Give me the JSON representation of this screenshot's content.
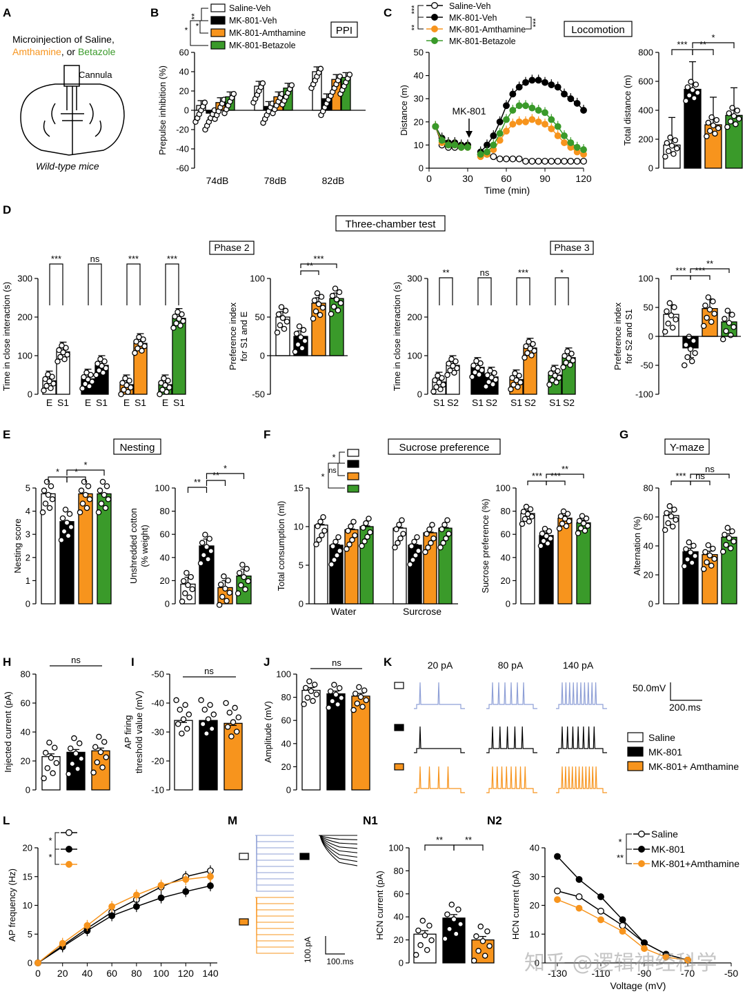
{
  "colors": {
    "saline": "#ffffff",
    "mk801": "#000000",
    "amth": "#f7941d",
    "betaz": "#3a9a2a",
    "trace_saline": "#8e9fd6",
    "stroke": "#000000"
  },
  "panel_letters": [
    "A",
    "B",
    "C",
    "D",
    "E",
    "F",
    "G",
    "H",
    "I",
    "J",
    "K",
    "L",
    "M",
    "N1",
    "N2"
  ],
  "legend_groups": [
    "Saline-Veh",
    "MK-801-Veh",
    "MK-801-Amthamine",
    "MK-801-Betazole"
  ],
  "legend_groups_short": [
    "Saline",
    "MK-801",
    "MK-801+ Amthamine"
  ],
  "legend_groups_n2": [
    "Saline",
    "MK-801",
    "MK-801+Amthamine"
  ],
  "panel_a": {
    "title_line1": "Microinjection of Saline,",
    "title_amth": "Amthamine",
    "title_or": ", or ",
    "title_betaz": "Betazole",
    "cannula": "Cannula",
    "mice": "Wild-type mice"
  },
  "box_labels": {
    "ppi": "PPI",
    "loco": "Locomotion",
    "three": "Three-chamber test",
    "phase2": "Phase 2",
    "phase3": "Phase 3",
    "nesting": "Nesting",
    "sucrose": "Sucrose preference",
    "ymaze": "Y-maze"
  },
  "annotations": {
    "mk801_arrow": "MK-801",
    "scale_k_v": "50.0mV",
    "scale_k_t": "200.ms",
    "scale_m_i": "100.pA",
    "scale_m_t": "100.ms",
    "k_currents": [
      "20 pA",
      "80 pA",
      "140 pA"
    ]
  },
  "watermark": "知乎 @逻辑神经科学",
  "chart_data": [
    {
      "id": "B",
      "type": "bar",
      "ylabel": "Prepulse inhibition (%)",
      "ylim": [
        -60,
        60
      ],
      "yticks": [
        -60,
        -40,
        -20,
        0,
        20,
        40,
        60
      ],
      "categories": [
        "74dB",
        "78dB",
        "82dB"
      ],
      "series": [
        {
          "name": "Saline-Veh",
          "values": [
            5,
            25,
            40
          ]
        },
        {
          "name": "MK-801-Veh",
          "values": [
            -3,
            4,
            12
          ]
        },
        {
          "name": "MK-801-Amthamine",
          "values": [
            8,
            14,
            32
          ]
        },
        {
          "name": "MK-801-Betazole",
          "values": [
            14,
            23,
            34
          ]
        }
      ],
      "sig": [
        "**",
        "*",
        "*"
      ]
    },
    {
      "id": "C1",
      "type": "line",
      "xlabel": "Time (min)",
      "ylabel": "Distance (m)",
      "xlim": [
        0,
        120
      ],
      "ylim": [
        0,
        50
      ],
      "xticks": [
        0,
        30,
        60,
        90,
        120
      ],
      "yticks": [
        0,
        10,
        20,
        30,
        40,
        50
      ],
      "x": [
        5,
        10,
        15,
        20,
        25,
        30,
        40,
        45,
        50,
        55,
        60,
        65,
        70,
        75,
        80,
        85,
        90,
        95,
        100,
        105,
        110,
        115,
        120
      ],
      "series": [
        {
          "name": "Saline-Veh",
          "values": [
            18,
            10,
            9,
            9,
            9,
            10,
            6,
            6,
            5,
            4,
            4,
            4,
            4,
            3,
            3,
            3,
            3,
            3,
            3,
            3,
            3,
            3,
            3
          ]
        },
        {
          "name": "MK-801-Veh",
          "values": [
            18,
            13,
            11,
            11,
            10,
            10,
            7,
            10,
            14,
            20,
            27,
            32,
            35,
            37,
            38,
            38,
            37,
            36,
            35,
            32,
            30,
            28,
            25
          ]
        },
        {
          "name": "MK-801-Amthamine",
          "values": [
            18,
            11,
            10,
            10,
            9,
            9,
            5,
            6,
            8,
            12,
            16,
            19,
            20,
            20,
            21,
            20,
            19,
            17,
            14,
            11,
            9,
            7,
            6
          ]
        },
        {
          "name": "MK-801-Betazole",
          "values": [
            18,
            12,
            10,
            10,
            9,
            9,
            6,
            7,
            10,
            15,
            21,
            25,
            27,
            27,
            26,
            25,
            24,
            21,
            18,
            14,
            11,
            9,
            8
          ]
        }
      ],
      "sig": [
        "***",
        "**",
        "***"
      ]
    },
    {
      "id": "C2",
      "type": "bar",
      "ylabel": "Total distance (m)",
      "ylim": [
        0,
        800
      ],
      "yticks": [
        0,
        200,
        400,
        600,
        800
      ],
      "categories": [
        "Saline-Veh",
        "MK-801-Veh",
        "MK-801-Amthamine",
        "MK-801-Betazole"
      ],
      "values": [
        160,
        545,
        300,
        365
      ],
      "sig": [
        "***",
        "**",
        "*"
      ]
    },
    {
      "id": "D1",
      "type": "bar",
      "ylabel": "Time in close interaction (s)",
      "ylim": [
        0,
        300
      ],
      "yticks": [
        0,
        100,
        200,
        300
      ],
      "categories": [
        "E",
        "S1",
        "E",
        "S1",
        "E",
        "S1",
        "E",
        "S1"
      ],
      "values": [
        35,
        110,
        40,
        75,
        25,
        132,
        25,
        197
      ],
      "sig": [
        "***",
        "ns",
        "***",
        "***"
      ]
    },
    {
      "id": "D2",
      "type": "bar",
      "ylabel_line1": "Preference index",
      "ylabel_line2": "for S1 and E",
      "ylim": [
        -50,
        100
      ],
      "yticks": [
        -50,
        0,
        50,
        100
      ],
      "values": [
        50,
        25,
        68,
        74
      ],
      "sig": [
        "**",
        "***"
      ]
    },
    {
      "id": "D3",
      "type": "bar",
      "ylabel": "Time in close interaction (s)",
      "ylim": [
        0,
        300
      ],
      "yticks": [
        0,
        100,
        200,
        300
      ],
      "categories": [
        "S1",
        "S2",
        "S1",
        "S2",
        "S1",
        "S2",
        "S1",
        "S2"
      ],
      "values": [
        32,
        75,
        70,
        45,
        38,
        120,
        50,
        95
      ],
      "sig": [
        "**",
        "ns",
        "***",
        "*"
      ]
    },
    {
      "id": "D4",
      "type": "bar",
      "ylabel_line1": "Preference index",
      "ylabel_line2": "for S2 and S1",
      "ylim": [
        -100,
        100
      ],
      "yticks": [
        -100,
        -50,
        0,
        50,
        100
      ],
      "values": [
        38,
        -20,
        48,
        25
      ],
      "sig": [
        "***",
        "***",
        "**"
      ]
    },
    {
      "id": "E1",
      "type": "bar",
      "ylabel": "Nesting score",
      "ylim": [
        0,
        5
      ],
      "yticks": [
        0,
        1,
        2,
        3,
        4,
        5
      ],
      "values": [
        4.75,
        3.55,
        4.75,
        4.75
      ],
      "sig": [
        "*",
        "*",
        "*"
      ]
    },
    {
      "id": "E2",
      "type": "bar",
      "ylabel_line1": "Unshredded cotton",
      "ylabel_line2": "(% weight)",
      "ylim": [
        0,
        100
      ],
      "yticks": [
        0,
        20,
        40,
        60,
        80,
        100
      ],
      "values": [
        17,
        50,
        14,
        24
      ],
      "sig": [
        "**",
        "**",
        "*"
      ]
    },
    {
      "id": "F1",
      "type": "bar",
      "ylabel": "Total consumption (ml)",
      "ylim": [
        0,
        15
      ],
      "yticks": [
        0,
        5,
        10,
        15
      ],
      "categories": [
        "Water",
        "Surcrose"
      ],
      "series": [
        {
          "name": "Saline-Veh",
          "values": [
            10.2,
            9.8
          ]
        },
        {
          "name": "MK-801-Veh",
          "values": [
            7.6,
            7.6
          ]
        },
        {
          "name": "MK-801-Amthamine",
          "values": [
            9.6,
            9.2
          ]
        },
        {
          "name": "MK-801-Betazole",
          "values": [
            10,
            9.8
          ]
        }
      ],
      "sig": [
        "*",
        "*",
        "ns"
      ]
    },
    {
      "id": "F2",
      "type": "bar",
      "ylabel": "Sucrose preference (%)",
      "ylim": [
        0,
        100
      ],
      "yticks": [
        0,
        20,
        40,
        60,
        80,
        100
      ],
      "values": [
        78,
        59,
        74,
        70
      ],
      "sig": [
        "***",
        "***",
        "**"
      ]
    },
    {
      "id": "G",
      "type": "bar",
      "ylabel": "Alternation (%)",
      "ylim": [
        0,
        80
      ],
      "yticks": [
        0,
        20,
        40,
        60,
        80
      ],
      "values": [
        61,
        36,
        34,
        46
      ],
      "sig": [
        "***",
        "ns",
        "ns"
      ]
    },
    {
      "id": "H",
      "type": "bar",
      "ylabel": "Injected current (pA)",
      "ylim": [
        0,
        80
      ],
      "yticks": [
        0,
        20,
        40,
        60,
        80
      ],
      "values": [
        23,
        26,
        27
      ],
      "sig": [
        "ns"
      ]
    },
    {
      "id": "I",
      "type": "bar",
      "ylabel_line1": "AP firing",
      "ylabel_line2": "threshold value (mV)",
      "ylim": [
        -10,
        -50
      ],
      "yticks": [
        -10,
        -20,
        -30,
        -40,
        -50
      ],
      "values": [
        -34,
        -34,
        -33
      ],
      "sig": [
        "ns"
      ]
    },
    {
      "id": "J",
      "type": "bar",
      "ylabel": "Amplitude (mV)",
      "ylim": [
        0,
        100
      ],
      "yticks": [
        0,
        20,
        40,
        60,
        80,
        100
      ],
      "values": [
        86,
        83,
        81
      ],
      "sig": [
        "ns"
      ]
    },
    {
      "id": "L",
      "type": "line",
      "xlabel": "",
      "ylabel": "AP frequency (Hz)",
      "xlim": [
        0,
        140
      ],
      "ylim": [
        0,
        20
      ],
      "xticks": [
        0,
        20,
        40,
        60,
        80,
        100,
        120,
        140
      ],
      "yticks": [
        0,
        5,
        10,
        15,
        20
      ],
      "x": [
        0,
        20,
        40,
        60,
        80,
        100,
        120,
        140
      ],
      "series": [
        {
          "name": "Saline",
          "values": [
            0,
            3,
            6,
            8.8,
            11,
            13.2,
            15,
            16
          ]
        },
        {
          "name": "MK-801",
          "values": [
            0,
            2.8,
            5.6,
            8.2,
            9.8,
            11.3,
            12.4,
            13.4
          ]
        },
        {
          "name": "MK-801+ Amthamine",
          "values": [
            0,
            3.4,
            6.5,
            9.8,
            11.8,
            13.5,
            14.5,
            15
          ]
        }
      ],
      "sig": [
        "*",
        "*"
      ]
    },
    {
      "id": "N1",
      "type": "bar",
      "ylabel": "HCN current (pA)",
      "ylim": [
        0,
        100
      ],
      "yticks": [
        0,
        20,
        40,
        60,
        80,
        100
      ],
      "values": [
        25,
        39,
        20
      ],
      "sig": [
        "**",
        "**"
      ]
    },
    {
      "id": "N2",
      "type": "line",
      "xlabel": "Voltage (mV)",
      "ylabel": "HCN current (pA)",
      "xlim": [
        -130,
        -50
      ],
      "ylim": [
        0,
        40
      ],
      "xticks": [
        -130,
        -110,
        -90,
        -70,
        -50
      ],
      "yticks": [
        0,
        10,
        20,
        30,
        40
      ],
      "x": [
        -130,
        -120,
        -110,
        -100,
        -90,
        -80,
        -70
      ],
      "series": [
        {
          "name": "Saline",
          "values": [
            25,
            23,
            18,
            13,
            7,
            3,
            1
          ]
        },
        {
          "name": "MK-801",
          "values": [
            37,
            29,
            23,
            15,
            7,
            3,
            1
          ]
        },
        {
          "name": "MK-801+Amthamine",
          "values": [
            22,
            19,
            15,
            11,
            5,
            2,
            1
          ]
        }
      ],
      "sig": [
        "*",
        "**"
      ]
    }
  ]
}
